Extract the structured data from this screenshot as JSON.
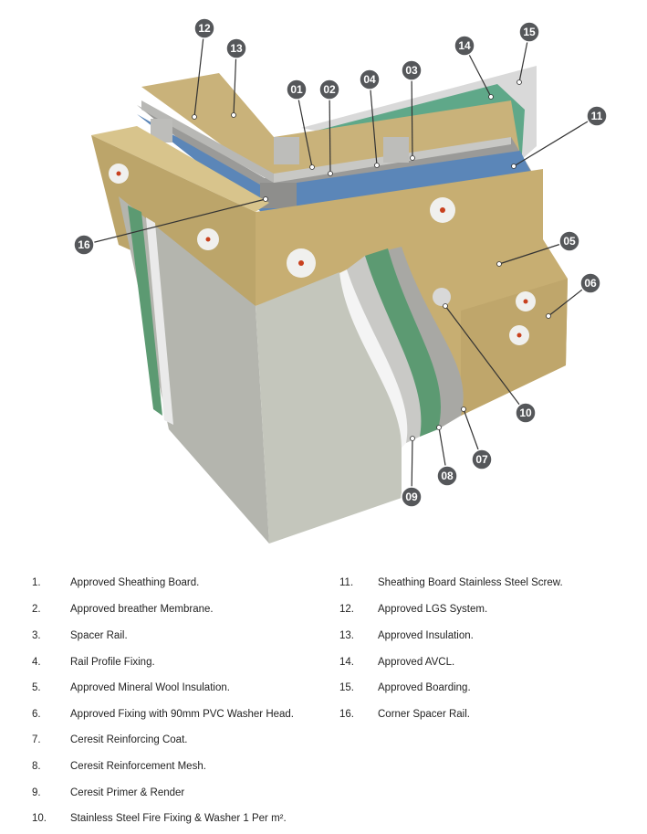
{
  "callouts": [
    "01",
    "02",
    "03",
    "04",
    "05",
    "06",
    "07",
    "08",
    "09",
    "10",
    "11",
    "12",
    "13",
    "14",
    "15",
    "16"
  ],
  "legend_left": [
    {
      "num": "1.",
      "text": "Approved Sheathing Board."
    },
    {
      "num": "2.",
      "text": "Approved breather Membrane."
    },
    {
      "num": "3.",
      "text": "Spacer Rail."
    },
    {
      "num": "4.",
      "text": "Rail Profile Fixing."
    },
    {
      "num": "5.",
      "text": "Approved Mineral Wool Insulation."
    },
    {
      "num": "6.",
      "text": "Approved Fixing with 90mm PVC Washer Head."
    },
    {
      "num": "7.",
      "text": "Ceresit Reinforcing Coat."
    },
    {
      "num": "8.",
      "text": "Ceresit Reinforcement Mesh."
    },
    {
      "num": "9.",
      "text": "Ceresit Primer & Render"
    },
    {
      "num": "10.",
      "text": "Stainless Steel Fire Fixing & Washer 1 Per m²."
    }
  ],
  "legend_right": [
    {
      "num": "11.",
      "text": "Sheathing Board Stainless Steel Screw."
    },
    {
      "num": "12.",
      "text": "Approved LGS System."
    },
    {
      "num": "13.",
      "text": "Approved Insulation."
    },
    {
      "num": "14.",
      "text": "Approved AVCL."
    },
    {
      "num": "15.",
      "text": "Approved Boarding."
    },
    {
      "num": "16.",
      "text": "Corner Spacer Rail."
    }
  ]
}
